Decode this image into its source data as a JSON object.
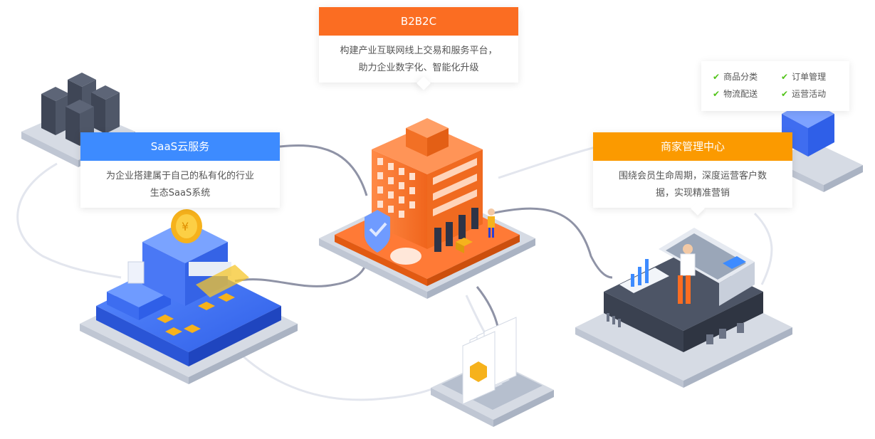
{
  "cards": {
    "b2b2c": {
      "title": "B2B2C",
      "line1": "构建产业互联网线上交易和服务平台，",
      "line2": "助力企业数字化、智能化升级",
      "color": "#fb6d22"
    },
    "saas": {
      "title": "SaaS云服务",
      "line1": "为企业搭建属于自己的私有化的行业",
      "line2": "生态SaaS系统",
      "color": "#3d8bff"
    },
    "merchant": {
      "title": "商家管理中心",
      "line1": "围绕会员生命周期，深度运营客户数",
      "line2": "据，实现精准营销",
      "color": "#fb9a00"
    }
  },
  "features": [
    {
      "label": "商品分类",
      "icon": "check-icon"
    },
    {
      "label": "订单管理",
      "icon": "check-icon"
    },
    {
      "label": "物流配送",
      "icon": "check-icon"
    },
    {
      "label": "运营活动",
      "icon": "check-icon"
    }
  ],
  "colors": {
    "check": "#52c41a",
    "connector": "#8f93a6",
    "connector_light": "#e3e6ee",
    "platform": "#d6dbe4"
  }
}
